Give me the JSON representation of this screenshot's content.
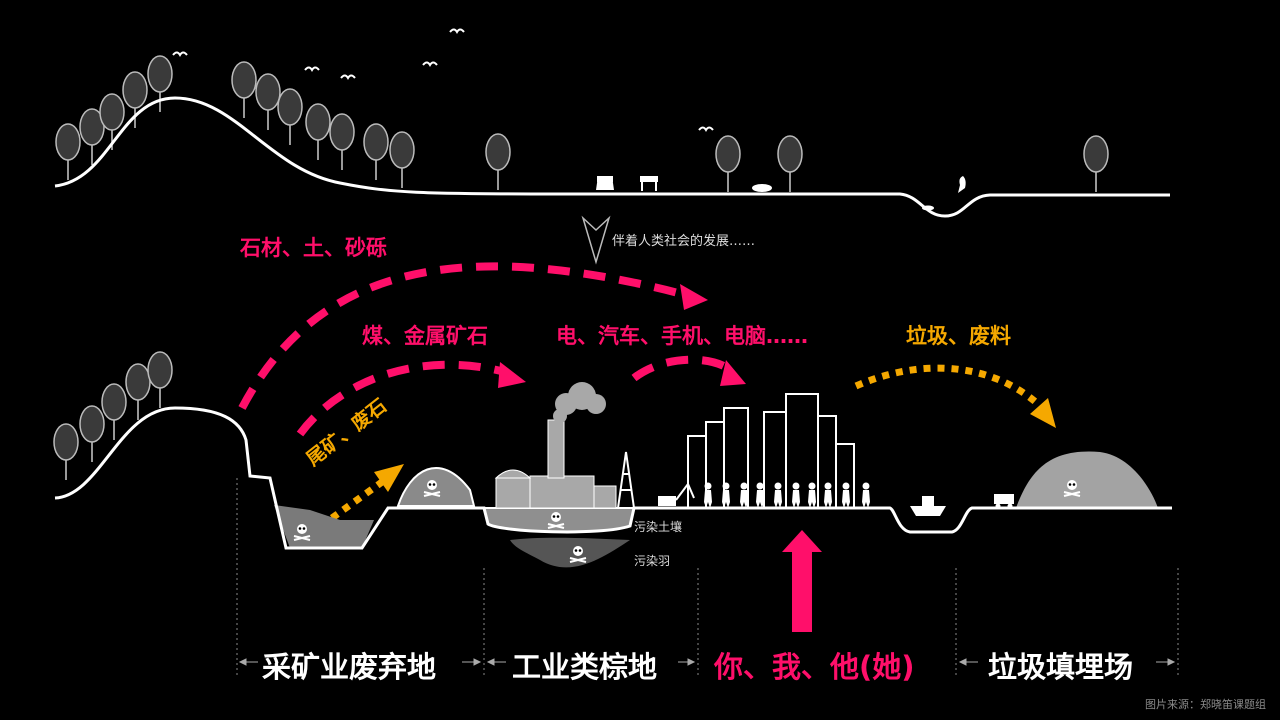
{
  "caption": "伴着人类社会的发展……",
  "flows": {
    "stone": "石材、土、砂砾",
    "coal": "煤、金属矿石",
    "goods": "电、汽车、手机、电脑……",
    "waste": "垃圾、废料",
    "tailings": "尾矿、废石"
  },
  "soil_label": "污染土壤",
  "plume_label": "污染羽",
  "zones": {
    "mining": "采矿业废弃地",
    "industrial": "工业类棕地",
    "people": "你、我、他(她)",
    "landfill": "垃圾填埋场"
  },
  "credit": "图片来源：郑晓笛课题组",
  "colors": {
    "pink": "#ff0f6a",
    "yellow": "#f5a800",
    "line": "#ffffff",
    "tree": "#3a3a3a"
  }
}
